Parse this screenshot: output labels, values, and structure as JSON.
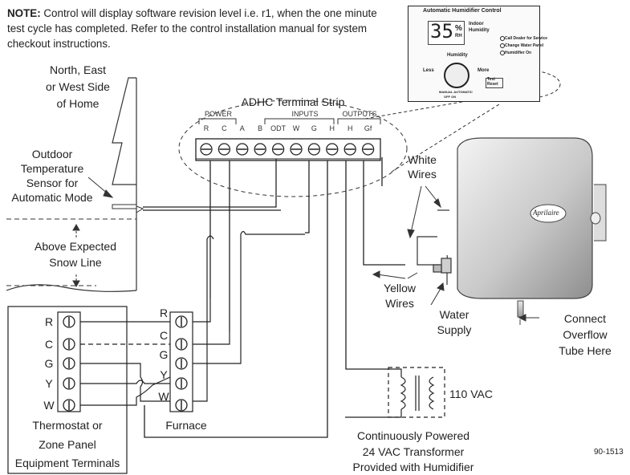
{
  "note": {
    "prefix": "NOTE:",
    "text": " Control will display software revision level i.e. r1, when the one minute test cycle has completed. Refer to the control installation manual for system checkout instructions."
  },
  "labels": {
    "house_side": [
      "North, East",
      "or West Side",
      "of Home"
    ],
    "sensor": [
      "Outdoor",
      "Temperature",
      "Sensor for",
      "Automatic Mode"
    ],
    "snow": [
      "Above Expected",
      "Snow Line"
    ],
    "terminal_strip_title": "ADHC Terminal Strip",
    "groups": {
      "power": "POWER",
      "inputs": "INPUTS",
      "outputs": "OUTPUTS"
    },
    "terminals": [
      "R",
      "C",
      "A",
      "B",
      "ODT",
      "W",
      "G",
      "H",
      "H",
      "Gf"
    ],
    "white_wires": [
      "White",
      "Wires"
    ],
    "yellow_wires": [
      "Yellow",
      "Wires"
    ],
    "water_supply": [
      "Water",
      "Supply"
    ],
    "overflow": [
      "Connect",
      "Overflow",
      "Tube Here"
    ],
    "thermostat_terms": [
      "R",
      "C",
      "G",
      "Y",
      "W"
    ],
    "furnace_terms": [
      "R",
      "C",
      "G",
      "Y",
      "W"
    ],
    "thermostat": [
      "Thermostat or",
      "Zone Panel",
      "Equipment Terminals"
    ],
    "furnace": "Furnace",
    "vac110": "110 VAC",
    "transformer": [
      "Continuously Powered",
      "24 VAC Transformer",
      "Provided with Humidifier"
    ],
    "part_number": "90-1513"
  },
  "control": {
    "title": "Automatic Humidifier Control",
    "display_value": "35",
    "percent": "%",
    "rh": "RH",
    "indoor": "Indoor",
    "humidity": "Humidity",
    "led1": "Call Dealer for Service",
    "led2": "Change Water Panel",
    "led3": "Humidifier On",
    "less": "Less",
    "more": "More",
    "test": "Test",
    "reset": "Reset",
    "humidity_knob": "Humidity",
    "modes": "MANUAL AUTOMATIC",
    "mode_onoff": "OFF    ON"
  },
  "humidifier": {
    "brand": "Aprilaire"
  }
}
